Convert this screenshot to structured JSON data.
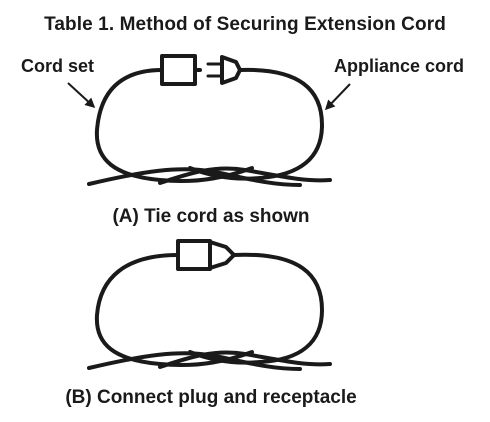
{
  "title": "Table 1. Method of Securing Extension Cord",
  "labels": {
    "cord_set": "Cord set",
    "appliance_cord": "Appliance cord"
  },
  "captions": {
    "a": "(A) Tie cord as shown",
    "b": "(B) Connect plug and receptacle"
  },
  "colors": {
    "line": "#1a1a1a",
    "fill": "#ffffff"
  }
}
